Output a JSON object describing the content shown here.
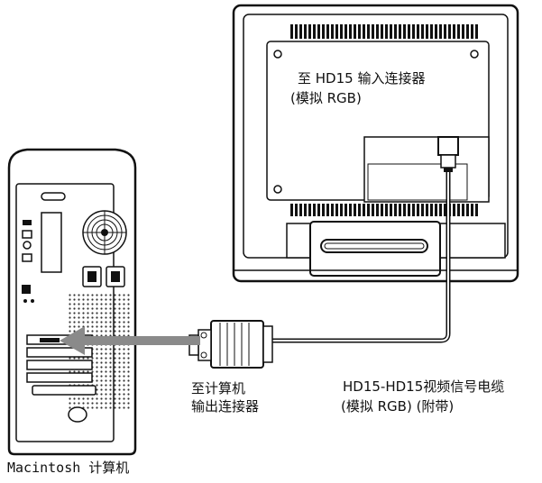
{
  "labels": {
    "monitor_input_line1": "至 HD15 输入连接器",
    "monitor_input_line2": "(模拟 RGB)",
    "cable_line1": "HD15-HD15视频信号电缆",
    "cable_line2": "(模拟 RGB) (附带)",
    "computer_output_line1": "至计算机",
    "computer_output_line2": "输出连接器",
    "computer_name": "Macintosh 计算机"
  },
  "colors": {
    "line": "#111111",
    "panel": "#ffffff",
    "arrow": "#8a8a8a",
    "vent": "#111111"
  }
}
